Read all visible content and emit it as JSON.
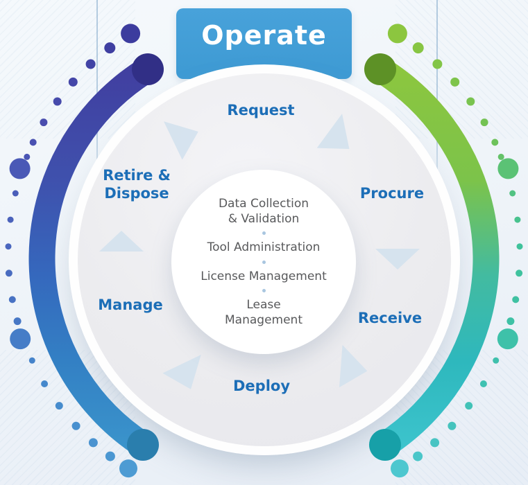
{
  "banner": {
    "label": "Operate"
  },
  "stages": {
    "request": "Request",
    "procure": "Procure",
    "receive": "Receive",
    "deploy": "Deploy",
    "manage": "Manage",
    "retire_dispose": [
      "Retire &",
      "Dispose"
    ]
  },
  "center": {
    "items": [
      {
        "lines": [
          "Data Collection",
          "& Validation"
        ]
      },
      {
        "lines": [
          "Tool Administration"
        ]
      },
      {
        "lines": [
          "License Management"
        ]
      },
      {
        "lines": [
          "Lease",
          "Management"
        ]
      }
    ]
  },
  "colors": {
    "background_top": "#f5f9fc",
    "background_bottom": "#e8eef6",
    "banner_blue": "#3f9bd4",
    "banner_text": "#ffffff",
    "stage_label_blue": "#1c6eb7",
    "center_text_gray": "#58595b",
    "separator_dot_blue": "#a9c6e0",
    "arrow_light_blue": "#d4e2ee",
    "ring_gray": "#ececef",
    "inner_circle_white": "#ffffff",
    "arc_left": [
      "#413fa0",
      "#3f51ad",
      "#3568bd",
      "#3380c4",
      "#3a93cb"
    ],
    "arc_right": [
      "#8cc63f",
      "#7cc34a",
      "#43bba0",
      "#2eb8bd",
      "#3cc3cc"
    ],
    "cap_left_top": "#312f86",
    "cap_left_bottom": "#2a7ead",
    "cap_right_top": "#5d9126",
    "cap_right_bottom": "#17a0a8",
    "dots_left": [
      "#3c3c9e",
      "#4a4fb0",
      "#4a66be",
      "#4486cb",
      "#4d9bd3"
    ],
    "dots_right": [
      "#8cc63f",
      "#72c255",
      "#3fc29b",
      "#3ec0ae",
      "#4dc7cf"
    ]
  }
}
